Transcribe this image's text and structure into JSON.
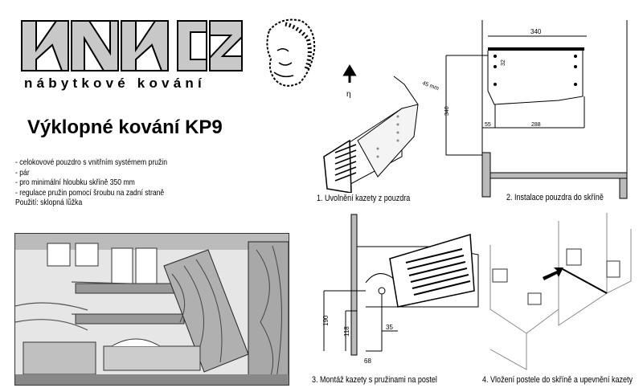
{
  "brand": {
    "logo_text": "KNK CZ",
    "subtitle": "nábytkové kování"
  },
  "product": {
    "title": "Výklopné kování KP9",
    "features": [
      "- celokovové pouzdro s vnitřním systémem pružin",
      "- pár",
      "- pro minimální hloubku skříně 350 mm",
      "- regulace pružin pomocí šroubu na zadní straně"
    ],
    "usage": "Použití: sklopná lůžka"
  },
  "steps": [
    {
      "caption": "1. Uvolnění kazety z pouzdra",
      "dims": [
        "45 mm"
      ]
    },
    {
      "caption": "2. Instalace pouzdra do skříně",
      "dims": [
        "340",
        "32",
        "340",
        "55",
        "288"
      ]
    },
    {
      "caption": "3. Montáž kazety s pružinami  na postel",
      "dims": [
        "190",
        "118",
        "35",
        "68"
      ]
    },
    {
      "caption": "4. Vložení postele do skříně a upevnění kazety"
    }
  ]
}
